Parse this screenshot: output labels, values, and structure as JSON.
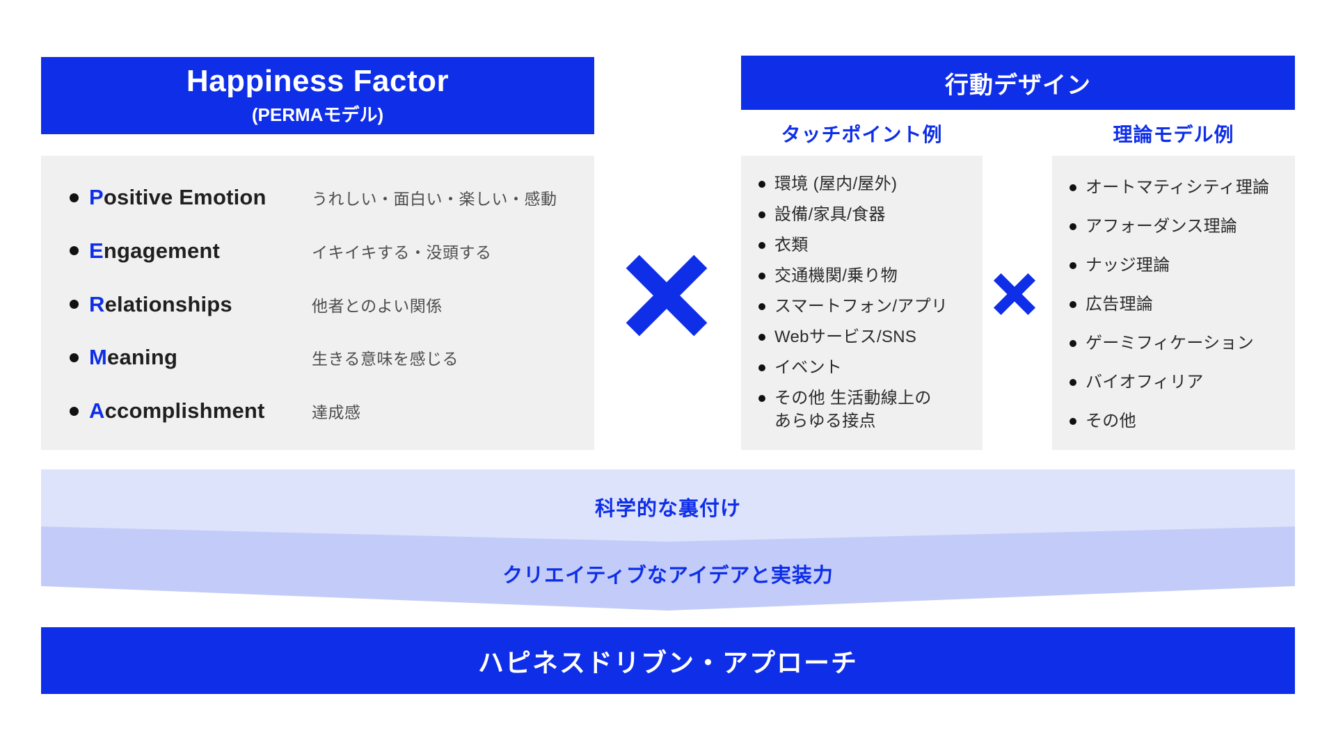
{
  "left": {
    "title": "Happiness Factor",
    "subtitle": "(PERMAモデル)",
    "items": [
      {
        "initial": "P",
        "rest": "ositive Emotion",
        "desc": "うれしい・面白い・楽しい・感動"
      },
      {
        "initial": "E",
        "rest": "ngagement",
        "desc": "イキイキする・没頭する"
      },
      {
        "initial": "R",
        "rest": "elationships",
        "desc": "他者とのよい関係"
      },
      {
        "initial": "M",
        "rest": "eaning",
        "desc": "生きる意味を感じる"
      },
      {
        "initial": "A",
        "rest": "ccomplishment",
        "desc": "達成感"
      }
    ]
  },
  "right": {
    "title": "行動デザイン",
    "touchpoints": {
      "header": "タッチポイント例",
      "items": [
        "環境 (屋内/屋外)",
        "設備/家具/食器",
        "衣類",
        "交通機関/乗り物",
        "スマートフォン/アプリ",
        "Webサービス/SNS",
        "イベント",
        "その他 生活動線上の\nあらゆる接点"
      ]
    },
    "theories": {
      "header": "理論モデル例",
      "items": [
        "オートマティシティ理論",
        "アフォーダンス理論",
        "ナッジ理論",
        "広告理論",
        "ゲーミフィケーション",
        "バイオフィリア",
        "その他"
      ]
    }
  },
  "bands": [
    {
      "label": "科学的な裏付け"
    },
    {
      "label": "クリエイティブなアイデアと実装力"
    }
  ],
  "footer": {
    "label": "ハピネスドリブン・アプローチ"
  },
  "colors": {
    "primary": "#0E2EE8",
    "band-light": "#DDE3FB",
    "band-mid": "#C3CCF8",
    "panel-gray": "#F0F0F0"
  }
}
